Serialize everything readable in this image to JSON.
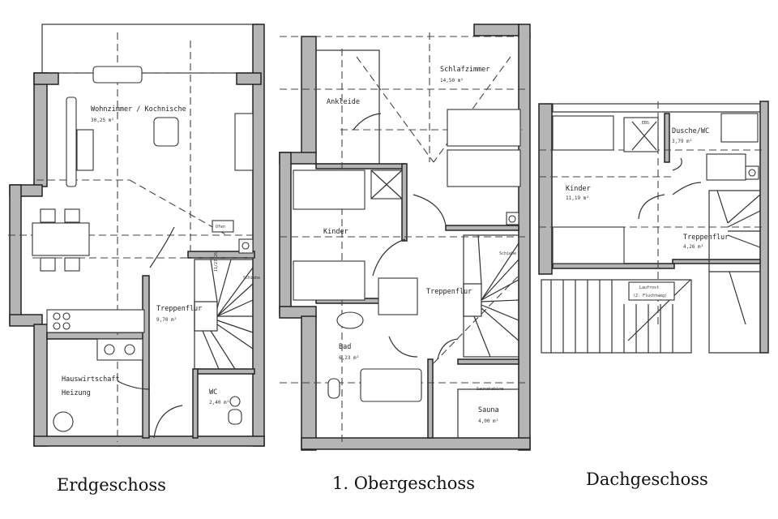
{
  "floors": [
    {
      "caption": "Erdgeschoss",
      "rooms": [
        {
          "name": "Wohnzimmer / Kochnische",
          "area": "30,25 m²"
        },
        {
          "name": "Treppenflur",
          "area": "9,70 m²"
        },
        {
          "name": "Hauswirtschaft",
          "name2": "Heizung"
        },
        {
          "name": "WC",
          "area": "2,40 m²"
        }
      ],
      "notes": {
        "oven": "Ofen",
        "stairs": "11/27,26",
        "slide": "Schiebe"
      }
    },
    {
      "caption": "1. Obergeschoss",
      "rooms": [
        {
          "name": "Schlafzimmer",
          "area": "14,50 m²"
        },
        {
          "name": "Ankleide"
        },
        {
          "name": "Kinder"
        },
        {
          "name": "Treppenflur"
        },
        {
          "name": "Bad",
          "area": "6,23 m²"
        },
        {
          "name": "Sauna",
          "area": "4,00 m²"
        }
      ],
      "notes": {
        "sauna_cabin": "Saunakabine",
        "slide": "Schiebe"
      }
    },
    {
      "caption": "Dachgeschoss",
      "rooms": [
        {
          "name": "Kinder",
          "area": "11,19 m²"
        },
        {
          "name": "Dusche/WC",
          "area": "3,79 m²"
        },
        {
          "name": "Treppenflur",
          "area": "4,26 m²"
        }
      ],
      "notes": {
        "walkway": "Laufrost",
        "walkway2": "(2. Fluchtweg)",
        "shower": "EBS"
      }
    }
  ]
}
